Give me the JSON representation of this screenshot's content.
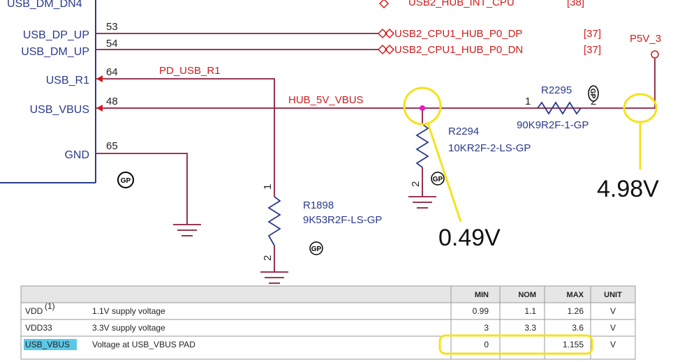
{
  "schematic": {
    "top_partial_left": "USB_DM_DN4",
    "top_partial_right": "USB2_HUB_INT_CPU",
    "top_partial_page": "[38]",
    "pins": [
      {
        "label": "USB_DP_UP",
        "number": "53"
      },
      {
        "label": "USB_DM_UP",
        "number": "54"
      },
      {
        "label": "USB_R1",
        "number": "64"
      },
      {
        "label": "USB_VBUS",
        "number": "48"
      },
      {
        "label": "GND",
        "number": "65"
      }
    ],
    "nets": {
      "dp": "USB2_CPU1_HUB_P0_DP",
      "dp_page": "[37]",
      "dn": "USB2_CPU1_HUB_P0_DN",
      "dn_page": "[37]",
      "pd_usb_r1": "PD_USB_R1",
      "hub_5v_vbus": "HUB_5V_VBUS",
      "p5v": "P5V_3"
    },
    "resistors": {
      "r1898": {
        "ref": "R1898",
        "value": "9K53R2F-LS-GP",
        "pin1": "1",
        "pin2": "2"
      },
      "r2294": {
        "ref": "R2294",
        "value": "10KR2F-2-LS-GP",
        "pin2": "2"
      },
      "r2295": {
        "ref": "R2295",
        "value": "90K9R2F-1-GP",
        "pin1": "1",
        "pin2": "2"
      }
    },
    "gp_mark": "GP",
    "measurements": {
      "left": "0.49V",
      "right": "4.98V"
    },
    "colors": {
      "wire": "#8b1c3c",
      "net_text": "#d01c1c",
      "component": "#2a3a8c",
      "highlight_circle": "#f4e21c",
      "cyan_highlight": "#5bc8e8"
    }
  },
  "spec_table": {
    "headers": [
      "",
      "",
      "MIN",
      "NOM",
      "MAX",
      "UNIT"
    ],
    "rows": [
      {
        "param": "VDD",
        "sup": "(1)",
        "desc": "1.1V supply voltage",
        "min": "0.99",
        "nom": "1.1",
        "max": "1.26",
        "unit": "V"
      },
      {
        "param": "VDD33",
        "sup": "",
        "desc": "3.3V supply voltage",
        "min": "3",
        "nom": "3.3",
        "max": "3.6",
        "unit": "V"
      },
      {
        "param": "USB_VBUS",
        "sup": "",
        "desc": "Voltage at USB_VBUS PAD",
        "min": "0",
        "nom": "",
        "max": "1.155",
        "unit": "V"
      }
    ]
  }
}
